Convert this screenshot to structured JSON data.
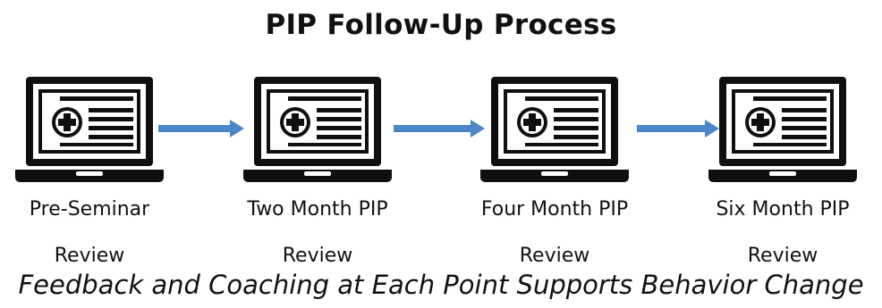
{
  "title": "PIP Follow-Up Process",
  "steps": [
    {
      "line1": "Pre-Seminar",
      "line2": "Review",
      "icon": "laptop-medical-record-icon"
    },
    {
      "line1": "Two Month PIP",
      "line2": "Review",
      "icon": "laptop-medical-record-icon"
    },
    {
      "line1": "Four Month PIP",
      "line2": "Review",
      "icon": "laptop-medical-record-icon"
    },
    {
      "line1": "Six Month PIP",
      "line2": "Review",
      "icon": "laptop-medical-record-icon"
    }
  ],
  "footer": "Feedback and Coaching at Each Point Supports Behavior Change",
  "colors": {
    "arrow": "#4a86c8",
    "icon": "#0f0f0f",
    "text": "#111111"
  }
}
